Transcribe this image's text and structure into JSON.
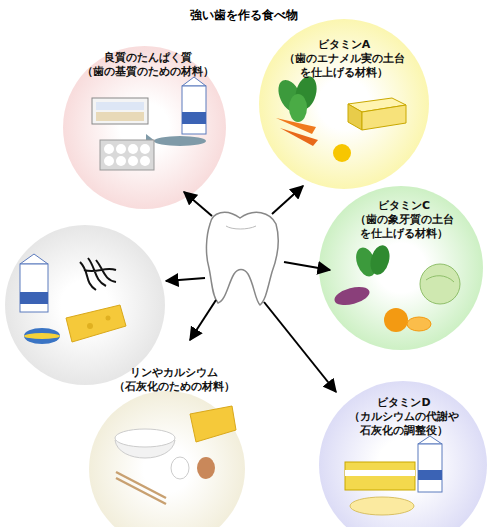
{
  "diagram": {
    "title": "強い歯を作る食べ物",
    "nodes": [
      {
        "text": [
          "良質のたんぱく質",
          "（歯の基質のための材料）"
        ]
      },
      {
        "text": [
          "ビタミンA",
          "（歯のエナメル実の土台 を仕上げる材料）"
        ]
      },
      {
        "text": [
          "ビタミンC",
          "（歯の象牙質の土台 を仕上げる材料）"
        ]
      },
      {
        "text": [
          "リンやカルシウム",
          "（石灰化のための材料）"
        ]
      },
      {
        "text": [
          "ビタミンD",
          "（カルシウムの代謝や 石灰化の調整役）"
        ]
      }
    ]
  }
}
